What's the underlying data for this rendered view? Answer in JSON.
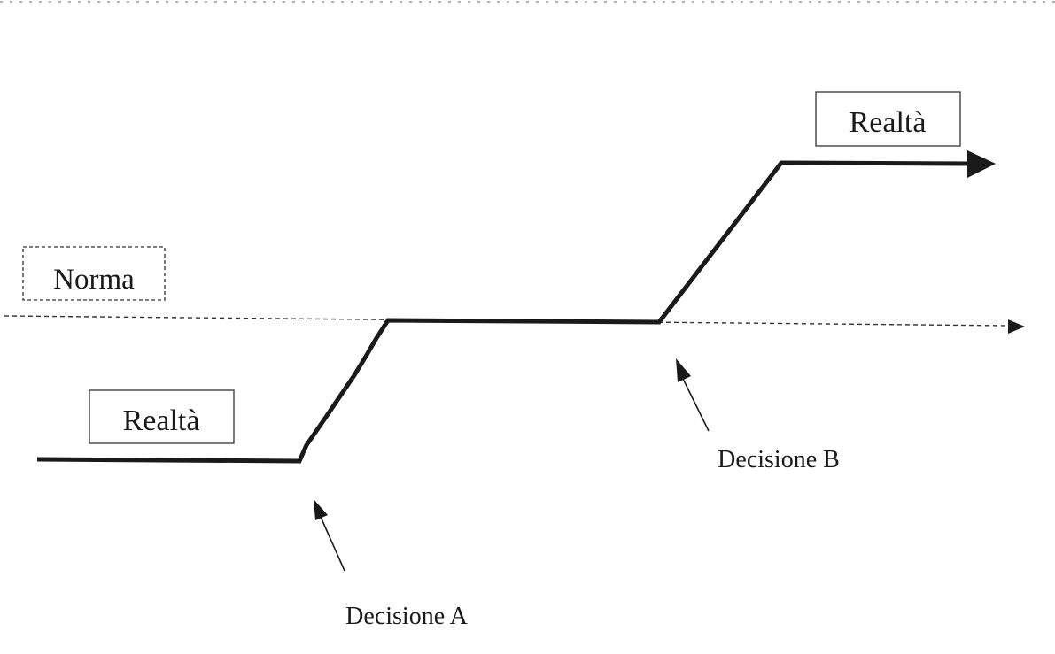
{
  "diagram": {
    "norm_label": "Norma",
    "reality_label_left": "Realtà",
    "reality_label_right": "Realtà",
    "decision_a_label": "Decisione A",
    "decision_b_label": "Decisione B"
  },
  "colors": {
    "line": "#1a1a1a",
    "norm_line": "#333333",
    "background": "#ffffff"
  }
}
